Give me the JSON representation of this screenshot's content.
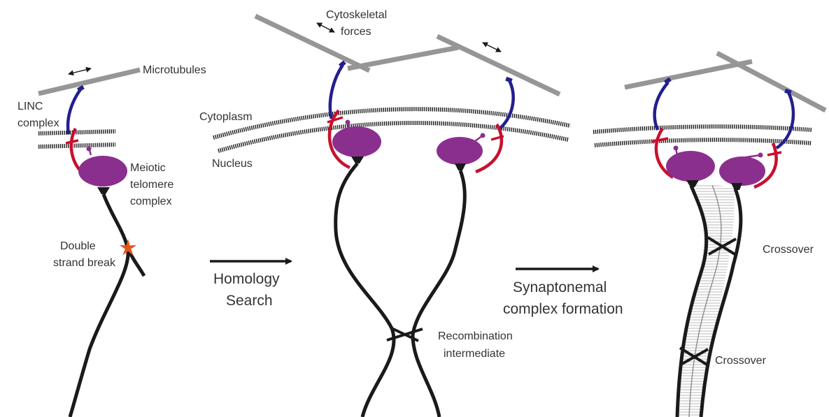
{
  "labels": {
    "microtubules": "Microtubules",
    "linc_line1": "LINC",
    "linc_line2": "complex",
    "meiotic_line1": "Meiotic",
    "meiotic_line2": "telomere",
    "meiotic_line3": "complex",
    "dsb_line1": "Double",
    "dsb_line2": "strand break",
    "cytoskeletal_line1": "Cytoskeletal",
    "cytoskeletal_line2": "forces",
    "cytoplasm": "Cytoplasm",
    "nucleus": "Nucleus",
    "recomb_line1": "Recombination",
    "recomb_line2": "intermediate",
    "crossover_1": "Crossover",
    "crossover_2": "Crossover"
  },
  "arrows": {
    "homology_line1": "Homology",
    "homology_line2": "Search",
    "sc_line1": "Synaptonemal",
    "sc_line2": "complex formation"
  },
  "colors": {
    "microtubule": "#969696",
    "linc_blue": "#231f8f",
    "sun_red": "#c8102e",
    "telomere_purple": "#8b2f8f",
    "chromosome": "#1a1a1a",
    "dsb_star": "#e8521b",
    "sc_fill": "#d4d4d4"
  }
}
